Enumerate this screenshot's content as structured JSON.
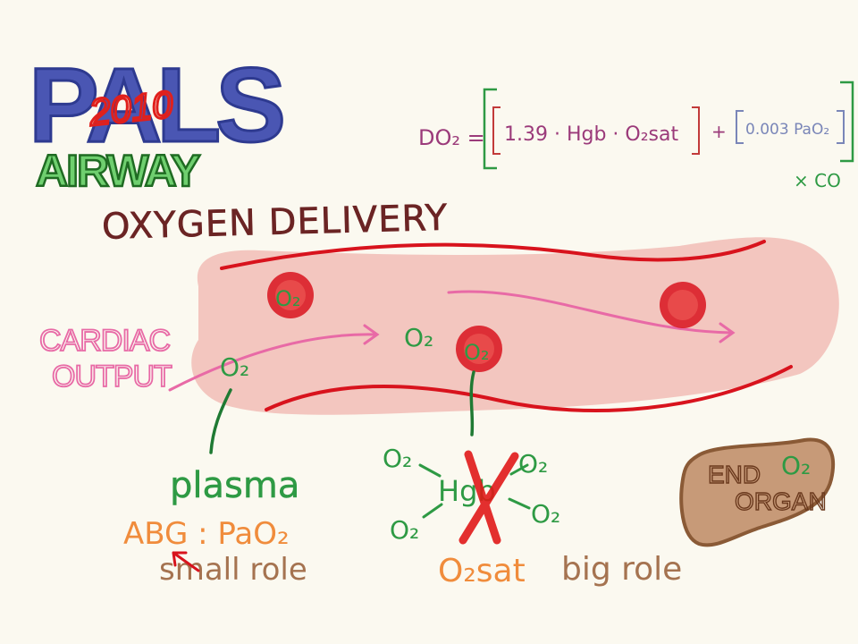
{
  "logo": {
    "pals": "PALS",
    "year": "2010",
    "subtitle": "AIRWAY"
  },
  "formula": {
    "lhs": "DO₂ =",
    "term1": "1.39 · Hgb · O₂sat",
    "plus": "+",
    "term2": "0.003 PaO₂",
    "multiplier": "× CO"
  },
  "title": "OXYGEN DELIVERY",
  "vessel": {
    "o2_label": "O₂",
    "rbc_label": "O₂"
  },
  "cardiac_output": {
    "line1": "CARDIAC",
    "line2": "OUTPUT"
  },
  "plasma": {
    "label": "plasma",
    "abg": "ABG : PaO₂",
    "role": "small role"
  },
  "hemoglobin": {
    "label": "Hgb",
    "o2": "O₂",
    "sat": "O₂sat",
    "role": "big role"
  },
  "end_organ": {
    "line1": "END",
    "line2": "ORGAN",
    "o2": "O₂"
  },
  "colors": {
    "logo_blue": "#4a56b3",
    "logo_red": "#e0201c",
    "logo_green": "#5cb85c",
    "title": "#6b2424",
    "vessel_fill": "#f3c6bf",
    "vessel_wall": "#d8131d",
    "pink": "#e86aa6",
    "green": "#2e9a44",
    "orange": "#f08c3c",
    "brown": "#a57350",
    "purple": "#9b3a7a",
    "gray_blue": "#7a86b8"
  }
}
